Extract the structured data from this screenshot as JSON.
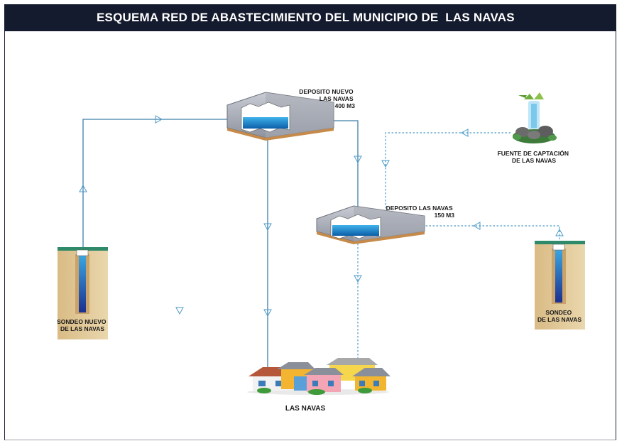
{
  "title": "ESQUEMA RED DE ABASTECIMIENTO DEL MUNICIPIO DE  LAS NAVAS",
  "nodes": {
    "deposito_nuevo": {
      "lines": [
        "DEPOSITO NUEVO",
        "LAS NAVAS",
        "400 M3"
      ]
    },
    "deposito_las_navas": {
      "lines": [
        "DEPOSITO LAS NAVAS",
        "150 M3"
      ]
    },
    "fuente": {
      "lines": [
        "FUENTE DE CAPTACIÓN",
        "DE LAS NAVAS"
      ]
    },
    "sondeo_nuevo": {
      "lines": [
        "SONDEO NUEVO",
        "DE LAS NAVAS"
      ]
    },
    "sondeo": {
      "lines": [
        "SONDEO",
        "DE LAS NAVAS"
      ]
    },
    "pueblo": {
      "label": "LAS NAVAS"
    }
  },
  "colors": {
    "title_bar": "#151b2e",
    "pipe": "#3f7fa8",
    "pipe_dotted": "#4a9ac8",
    "water": "#1e88c6",
    "soil": "#dcc28f"
  }
}
